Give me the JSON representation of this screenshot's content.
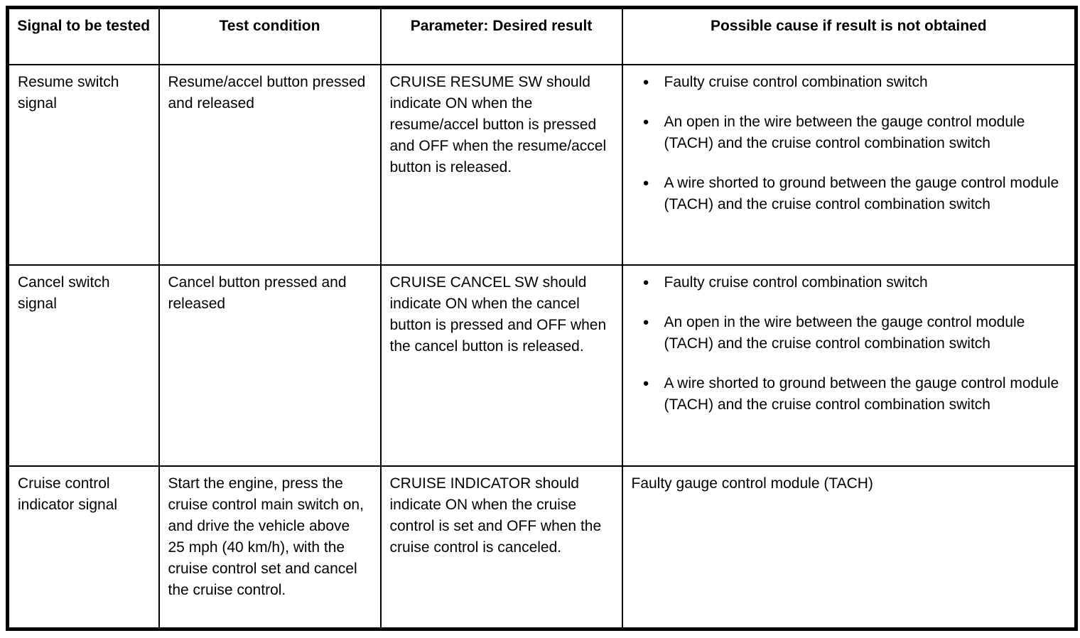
{
  "glyphs": {
    "bullet": "●"
  },
  "colors": {
    "border": "#000000",
    "text": "#000000",
    "background": "#ffffff"
  },
  "table": {
    "headers": [
      "Signal to be tested",
      "Test condition",
      "Parameter: Desired result",
      "Possible cause if result is not obtained"
    ],
    "rows": [
      {
        "signal": "Resume switch signal",
        "condition": "Resume/accel button pressed and released",
        "parameter": "CRUISE RESUME SW should indicate ON when the resume/accel button is pressed and OFF when the resume/accel button is released.",
        "causes": [
          "Faulty cruise control combination switch",
          "An open in the wire between the gauge control module (TACH) and the cruise control combination switch",
          "A wire shorted to ground between the gauge control module (TACH) and the cruise control combination switch"
        ]
      },
      {
        "signal": "Cancel switch signal",
        "condition": "Cancel button pressed and released",
        "parameter": "CRUISE CANCEL SW should indicate ON when the cancel button is pressed and OFF when the cancel button is released.",
        "causes": [
          "Faulty cruise control combination switch",
          "An open in the wire between the gauge control module (TACH) and the cruise control combination switch",
          "A wire shorted to ground between the gauge control module (TACH) and the cruise control combination switch"
        ]
      },
      {
        "signal": "Cruise control indicator signal",
        "condition": "Start the engine, press the cruise control main switch on, and drive the vehicle above 25 mph (40 km/h), with the cruise control set and cancel the cruise control.",
        "parameter": "CRUISE INDICATOR should indicate ON when the cruise control is set and OFF when the cruise control is canceled.",
        "cause_plain": "Faulty gauge control module (TACH)"
      }
    ]
  }
}
